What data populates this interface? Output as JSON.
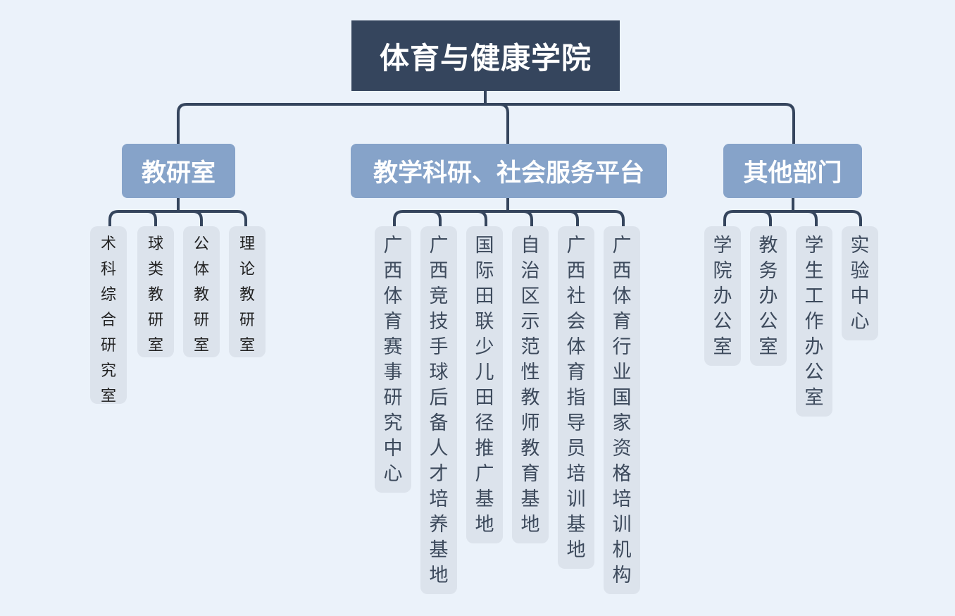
{
  "root": {
    "title": "体育与健康学院"
  },
  "branches": [
    {
      "label": "教研室",
      "leaves": [
        "术科综合研究室",
        "球类教研室",
        "公体教研室",
        "理论教研室"
      ]
    },
    {
      "label": "教学科研、社会服务平台",
      "leaves": [
        "广西体育赛事研究中心",
        "广西竞技手球后备人才培养基地",
        "国际田联少儿田径推广基地",
        "自治区示范性教师教育基地",
        "广西社会体育指导员培训基地",
        "广西体育行业国家资格培训机构"
      ]
    },
    {
      "label": "其他部门",
      "leaves": [
        "学院办公室",
        "教务办公室",
        "学生工作办公室",
        "实验中心"
      ]
    }
  ],
  "colors": {
    "background": "#ebf2fa",
    "root": "#35455d",
    "branch": "#86a3c9",
    "leaf": "#dce3ec",
    "connector": "#35455d"
  }
}
